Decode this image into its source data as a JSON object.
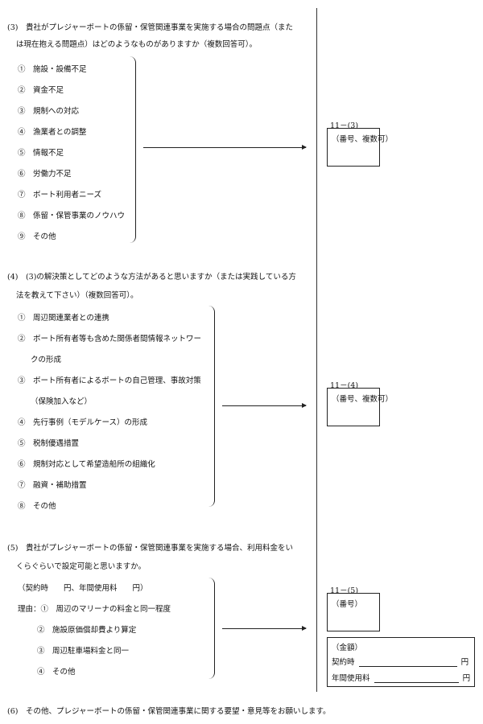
{
  "q3": {
    "heading_line1": "(3)　貴社がプレジャーボートの係留・保管関連事業を実施する場合の問題点（また",
    "heading_line2": "は現在抱える問題点）はどのようなものがありますか（複数回答可）。",
    "options": [
      "①　施設・設備不足",
      "②　資金不足",
      "③　規制への対応",
      "④　漁業者との調整",
      "⑤　情報不足",
      "⑥　労働力不足",
      "⑦　ボート利用者ニーズ",
      "⑧　係留・保管事業のノウハウ",
      "⑨　その他"
    ],
    "answer_id": "11－(3)",
    "answer_label": "（番号、複数可）"
  },
  "q4": {
    "heading_line1": "(4)　(3)の解決策としてどのような方法があると思いますか（または実践している方",
    "heading_line2": "法を教えて下さい）（複数回答可）。",
    "options": [
      "①　周辺関連業者との連携",
      "②　ボート所有者等も含めた関係者間情報ネットワー",
      "クの形成",
      "③　ボート所有者によるボートの自己管理、事故対策",
      "（保険加入など）",
      "④　先行事例（モデルケース）の形成",
      "⑤　税制優遇措置",
      "⑥　規制対応として希望造船所の組織化",
      "⑦　融資・補助措置",
      "⑧　その他"
    ],
    "answer_id": "11－(4)",
    "answer_label": "（番号、複数可）"
  },
  "q5": {
    "heading_line1": "(5)　貴社がプレジャーボートの係留・保管関連事業を実施する場合、利用料金をい",
    "heading_line2": "くらぐらいで設定可能と思いますか。",
    "fee_line": "（契約時　　円、年間使用料　　円）",
    "reasons": [
      "理由：①　周辺のマリーナの料金と同一程度",
      "②　施設原価償却費より算定",
      "③　周辺駐車場料金と同一",
      "④　その他"
    ],
    "answer_id": "11－(5)",
    "answer_label": "（番号）",
    "amount_title": "（金額）",
    "contract_label": "契約時",
    "annual_label": "年間使用料",
    "yen": "円"
  },
  "q6": {
    "heading": "(6)　その他、プレジャーボートの係留・保管関連事業に関する要望・意見等をお願いします。"
  }
}
